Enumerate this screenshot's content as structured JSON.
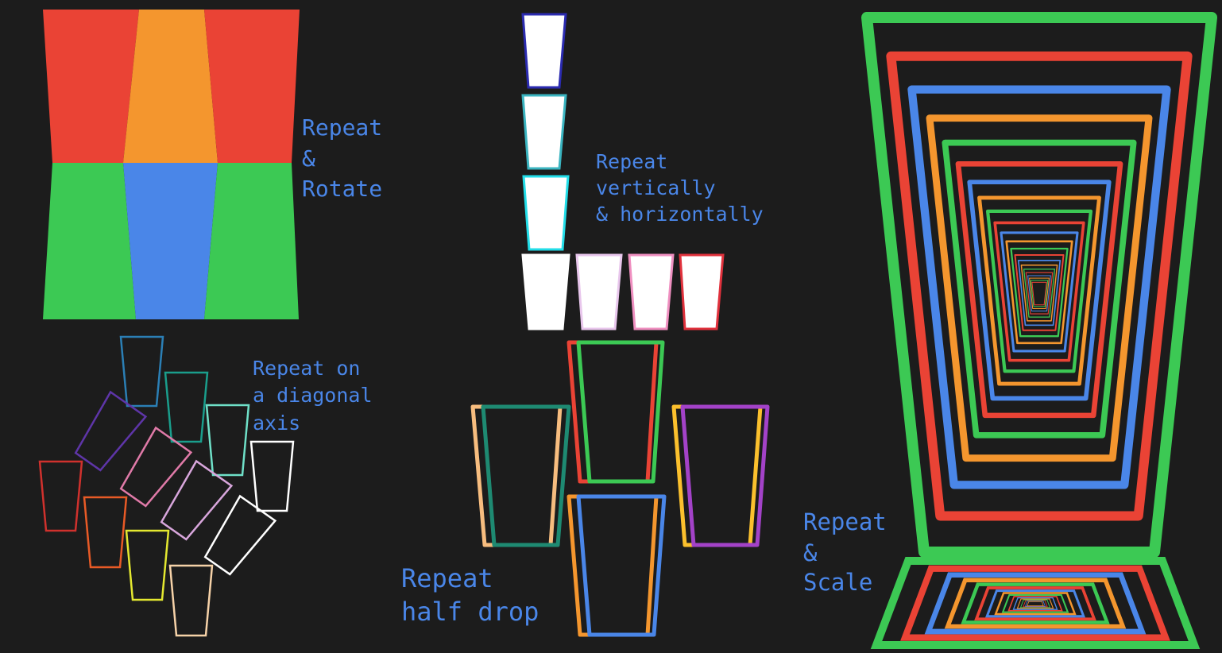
{
  "labels": {
    "rotate": [
      "Repeat",
      "&",
      "Rotate"
    ],
    "vh": [
      "Repeat",
      "vertically",
      "& horizontally"
    ],
    "diagonal": [
      "Repeat on",
      "a diagonal",
      "axis"
    ],
    "halfdrop": [
      "Repeat",
      "half drop"
    ],
    "scale": [
      "Repeat",
      "&",
      "Scale"
    ]
  },
  "colors": {
    "red": "#ea4335",
    "orange": "#f4962e",
    "green": "#3cc954",
    "blue": "#4a86e8",
    "yellow": "#fbc02d",
    "purple": "#a342c8",
    "teal": "#1e8a72",
    "peach": "#f7bd7f",
    "label": "#4a86e8",
    "background": "#1c1c1c"
  },
  "scale_ring_colors": [
    "#3cc954",
    "#ea4335",
    "#4a86e8",
    "#f4962e"
  ],
  "vertical_cup_outlines": [
    "#2b2bb0",
    "#3ab4c0",
    "#22dde8",
    "#ffffff"
  ],
  "horizontal_cup_outlines": [
    "#ffffff",
    "#e8c6ec",
    "#ef8fc0",
    "#e0313c"
  ],
  "diagonal_cup_outlines": [
    "#2b7fb5",
    "#1a9e8c",
    "#6fe0c8",
    "#ffffff",
    "#5e35a8",
    "#e07aa8",
    "#d8a6dc",
    "#ffffff",
    "#d0312d",
    "#e85a26",
    "#e4e830",
    "#f6d2a8"
  ]
}
